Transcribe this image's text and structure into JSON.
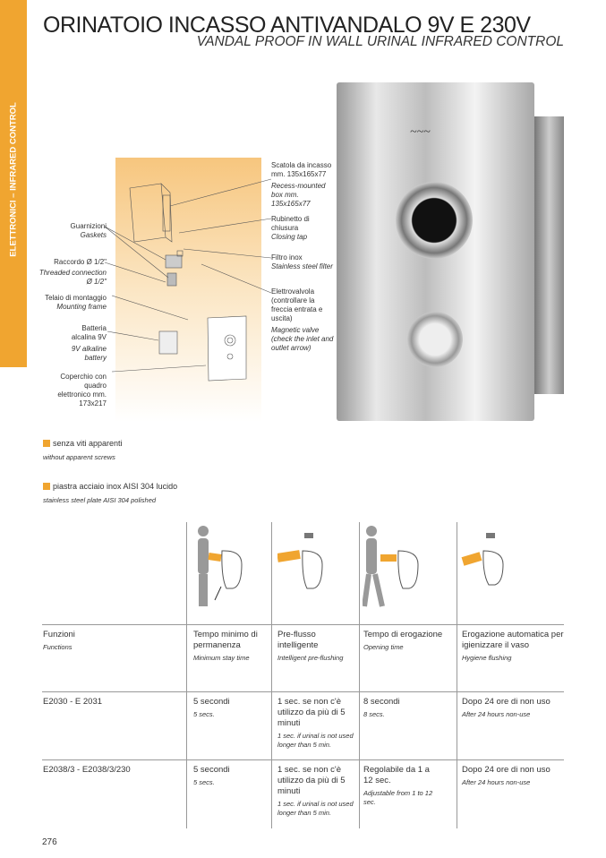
{
  "sidebar": {
    "section": "ELETTRONICI – INFRARED CONTROL"
  },
  "header": {
    "title": "ORINATOIO INCASSO ANTIVANDALO 9V E 230V",
    "subtitle": "VANDAL PROOF IN WALL URINAL INFRARED CONTROL"
  },
  "diagram": {
    "left": [
      {
        "it": "Guarnizioni",
        "en": "Gaskets"
      },
      {
        "it": "Raccordo Ø 1/2\"",
        "en": "Threaded connection Ø 1/2\""
      },
      {
        "it": "Telaio di montaggio",
        "en": "Mounting frame"
      },
      {
        "it": "Batteria alcalina 9V",
        "en": "9V alkaline battery"
      },
      {
        "it": "Coperchio con quadro elettronico mm. 173x217",
        "en": ""
      }
    ],
    "right": [
      {
        "it": "Scatola da incasso mm. 135x165x77",
        "en": "Recess-mounted box mm. 135x165x77"
      },
      {
        "it": "Rubinetto di chiusura",
        "en": "Closing tap"
      },
      {
        "it": "Filtro inox",
        "en": "Stainless steel filter"
      },
      {
        "it": "Elettrovalvola (controllare la freccia entrata e uscita)",
        "en": "Magnetic valve (check the inlet and outlet arrow)"
      }
    ]
  },
  "features": [
    {
      "it": "senza viti apparenti",
      "en": "without apparent screws"
    },
    {
      "it": "piastra acciaio inox AISI 304 lucido",
      "en": "stainless steel plate AISI 304 polished"
    }
  ],
  "table": {
    "header": [
      {
        "it": "Funzioni",
        "en": "Functions"
      },
      {
        "it": "Tempo minimo di permanenza",
        "en": "Minimum stay time"
      },
      {
        "it": "Pre-flusso intelligente",
        "en": "Intelligent pre-flushing"
      },
      {
        "it": "Tempo di erogazione",
        "en": "Opening time"
      },
      {
        "it": "Erogazione automatica per igienizzare il vaso",
        "en": "Hygiene flushing"
      }
    ],
    "rows": [
      [
        {
          "it": "E2030 - E 2031",
          "en": ""
        },
        {
          "it": "5 secondi",
          "en": "5 secs."
        },
        {
          "it": "1 sec. se non c'è utilizzo da più di 5 minuti",
          "en": "1 sec. if urinal is not used longer than 5 min."
        },
        {
          "it": "8 secondi",
          "en": "8 secs."
        },
        {
          "it": "Dopo 24 ore di non uso",
          "en": "After 24 hours non-use"
        }
      ],
      [
        {
          "it": "E2038/3 - E2038/3/230",
          "en": ""
        },
        {
          "it": "5 secondi",
          "en": "5 secs."
        },
        {
          "it": "1 sec. se non c'è utilizzo da più di 5 minuti",
          "en": "1 sec. if urinal is not used longer than 5 min."
        },
        {
          "it": "Regolabile da 1 a 12 sec.",
          "en": "Adjustable from 1 to 12 sec."
        },
        {
          "it": "Dopo 24 ore di non uso",
          "en": "After 24 hours non-use"
        }
      ]
    ]
  },
  "footer": {
    "page": "276"
  },
  "colors": {
    "accent": "#f0a530"
  }
}
